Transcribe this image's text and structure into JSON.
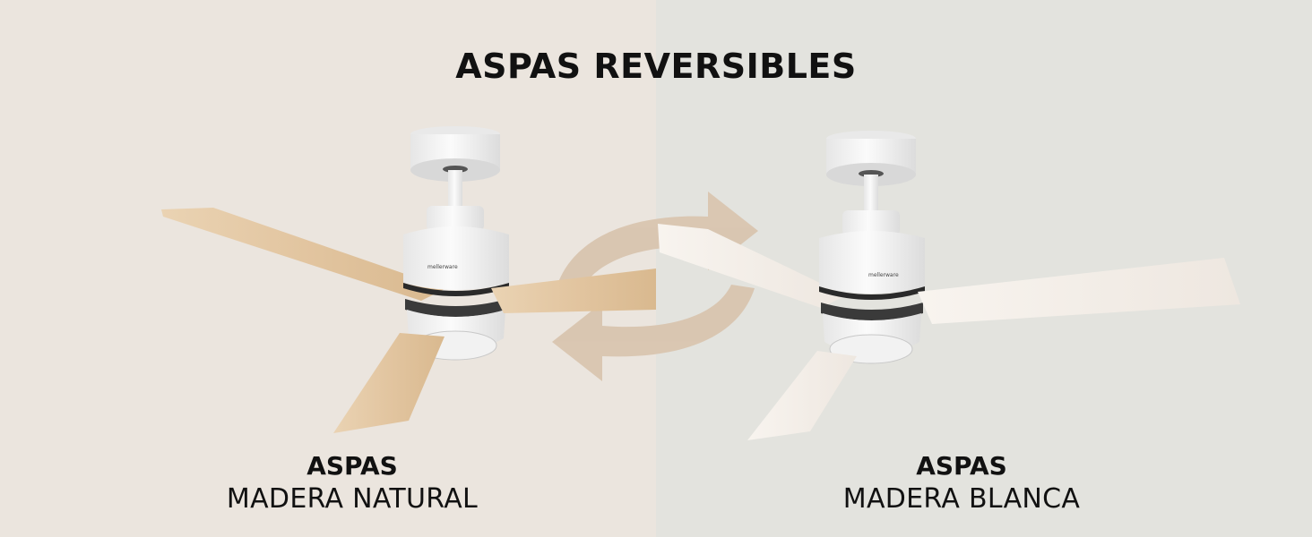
{
  "banner": {
    "title": "ASPAS REVERSIBLES",
    "left_caption": {
      "heading": "ASPAS",
      "subheading": "MADERA NATURAL"
    },
    "right_caption": {
      "heading": "ASPAS",
      "subheading": "MADERA BLANCA"
    },
    "brand_mark": "mellerware"
  },
  "colors": {
    "left_background": "#ebe5de",
    "right_background": "#e3e3de",
    "natural_wood_blade": "#e4c9a6",
    "white_wood_blade": "#f4eee8",
    "reverse_arrows": "#d8c3ad",
    "fan_body": "#f6f6f6"
  },
  "icons": {
    "reverse_arrows": "reverse-cycle-arrows-icon"
  }
}
